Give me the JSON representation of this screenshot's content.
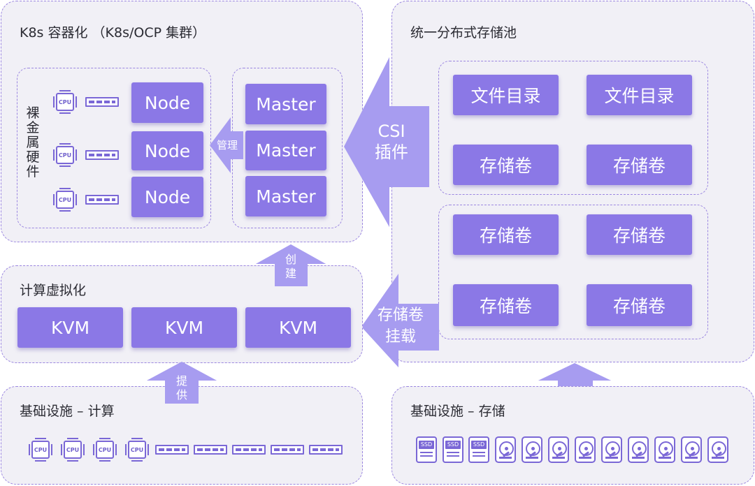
{
  "k8s_panel": {
    "title": "K8s 容器化 （K8s/OCP 集群）",
    "bare_metal_label": "裸金属硬件",
    "nodes": [
      "Node",
      "Node",
      "Node"
    ],
    "masters": [
      "Master",
      "Master",
      "Master"
    ],
    "manage_label": "管理",
    "cpu_label": "CPU"
  },
  "storage_pool": {
    "title": "统一分布式存储池",
    "group1": [
      "文件目录",
      "文件目录",
      "存储卷",
      "存储卷"
    ],
    "group2": [
      "存储卷",
      "存储卷",
      "存储卷",
      "存储卷"
    ]
  },
  "csi_arrow": {
    "label_line1": "CSI",
    "label_line2": "插件"
  },
  "compute_virt": {
    "title": "计算虚拟化",
    "vms": [
      "KVM",
      "KVM",
      "KVM"
    ]
  },
  "create_arrow": {
    "label": "创建"
  },
  "mount_arrow": {
    "label_line1": "存储卷",
    "label_line2": "挂载"
  },
  "provide_arrow": {
    "label": "提供"
  },
  "infra_compute": {
    "title": "基础设施 – 计算",
    "cpu_label": "CPU"
  },
  "infra_storage": {
    "title": "基础设施 – 存储",
    "ssd_label": "SSD"
  },
  "colors": {
    "accent": "#8b78e6",
    "arrow": "#a79cf0",
    "panel_bg": "#f1f0f6",
    "border": "#9b86e0"
  }
}
